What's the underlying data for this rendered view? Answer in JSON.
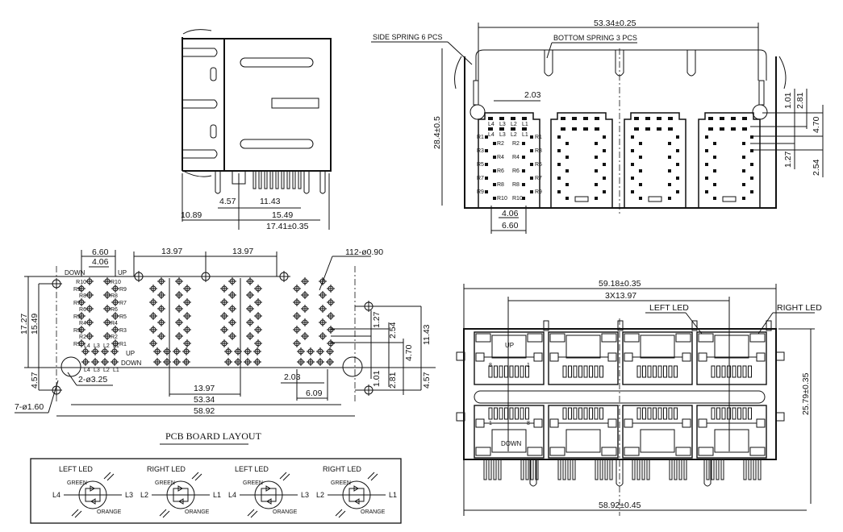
{
  "side_view": {
    "dims": {
      "d457": "4.57",
      "d1143": "11.43",
      "d1089": "10.89",
      "d1549": "15.49",
      "d1741": "17.41±0.35"
    }
  },
  "top_view": {
    "side_spring": "SIDE SPRING 6 PCS",
    "bottom_spring": "BOTTOM SPRING 3 PCS",
    "dims": {
      "width": "53.34±0.25",
      "height": "28.4±0.5",
      "d203": "2.03",
      "d406": "4.06",
      "d660": "6.60",
      "d101": "1.01",
      "d281": "2.81",
      "d470": "4.70",
      "d127": "1.27",
      "d254": "2.54"
    },
    "led_labels": [
      "L4",
      "L3",
      "L2",
      "L1"
    ],
    "r_left": [
      "R1",
      "R3",
      "R5",
      "R7",
      "R9"
    ],
    "r_inner": [
      "R2",
      "R4",
      "R6",
      "R8",
      "R10"
    ]
  },
  "pcb_layout": {
    "title": "PCB BOARD LAYOUT",
    "down": "DOWN",
    "up": "UP",
    "holes_note": "112-ø0.90",
    "big_holes_note": "2-ø3.25",
    "small_holes_note": "7-ø1.60",
    "dims": {
      "d660": "6.60",
      "d406": "4.06",
      "p1": "13.97",
      "p2": "13.97",
      "p3": "13.97",
      "d5334": "53.34",
      "d5892": "58.92",
      "d1727": "17.27",
      "d1549": "15.49",
      "d457": "4.57",
      "d127": "1.27",
      "d254": "2.54",
      "d470": "4.70",
      "d1143": "11.43",
      "d457r": "4.57",
      "d281": "2.81",
      "d101": "1.01",
      "d203": "2.03",
      "d609": "6.09"
    },
    "r_outer": [
      "R9",
      "R7",
      "R5",
      "R3",
      "R1"
    ],
    "r_inner": [
      "R10",
      "R8",
      "R6",
      "R4",
      "R2"
    ],
    "led_labels": [
      "L4",
      "L3",
      "L2",
      "L1"
    ]
  },
  "led_legend": [
    {
      "title": "LEFT LED",
      "left": "L4",
      "right": "L3",
      "top": "GREEN",
      "bottom": "ORANGE"
    },
    {
      "title": "RIGHT LED",
      "left": "L2",
      "right": "L1",
      "top": "GREEN",
      "bottom": "ORANGE"
    },
    {
      "title": "LEFT LED",
      "left": "L4",
      "right": "L3",
      "top": "GREEN",
      "bottom": "ORANGE"
    },
    {
      "title": "RIGHT LED",
      "left": "L2",
      "right": "L1",
      "top": "GREEN",
      "bottom": "ORANGE"
    }
  ],
  "front_view": {
    "dims": {
      "width": "59.18±0.35",
      "pitch": "3X13.97",
      "height": "25.79±0.35",
      "bottom": "58.92±0.45"
    },
    "left_led": "LEFT LED",
    "right_led": "RIGHT LED",
    "up": "UP",
    "down": "DOWN",
    "pin8": "8",
    "pin1": "1"
  }
}
